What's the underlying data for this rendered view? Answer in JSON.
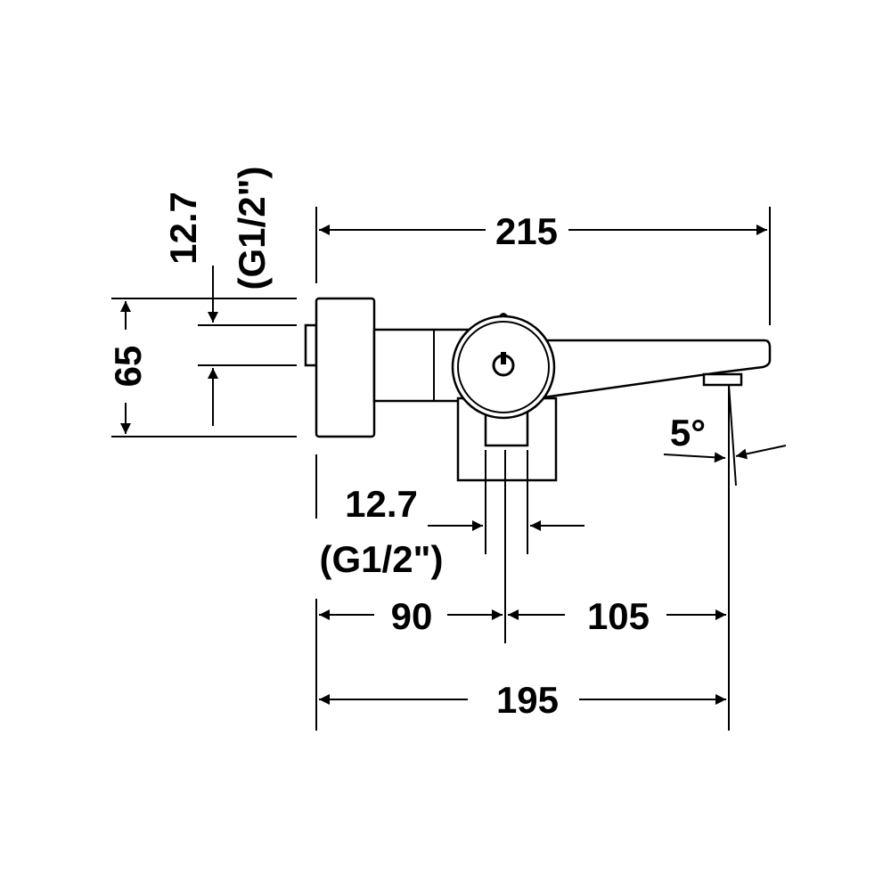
{
  "dimensions": {
    "overall_length": "215",
    "spout_length": "195",
    "left_to_center": "90",
    "center_to_spout": "105",
    "height": "65",
    "vertical_connection_size": "12.7",
    "vertical_connection_thread": "(G1/2\")",
    "bottom_connection_size": "12.7",
    "bottom_connection_thread": "(G1/2\")",
    "spout_angle": "5°"
  },
  "colors": {
    "line": "#000000",
    "background": "#ffffff"
  }
}
